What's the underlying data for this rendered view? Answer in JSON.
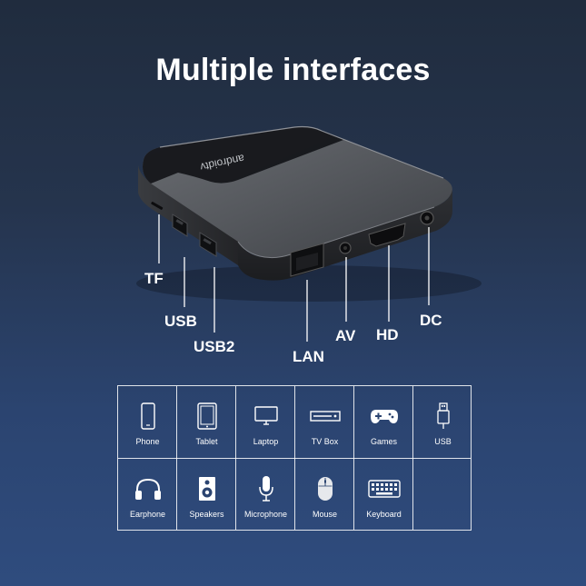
{
  "title": "Multiple interfaces",
  "brand_on_device": "androidtv",
  "ports": {
    "tf": "TF",
    "usb": "USB",
    "usb2": "USB2",
    "lan": "LAN",
    "av": "AV",
    "hd": "HD",
    "dc": "DC"
  },
  "devices": [
    {
      "label": "Phone",
      "icon": "phone-icon"
    },
    {
      "label": "Tablet",
      "icon": "tablet-icon"
    },
    {
      "label": "Laptop",
      "icon": "laptop-icon"
    },
    {
      "label": "TV Box",
      "icon": "tv-box-icon"
    },
    {
      "label": "Games",
      "icon": "gamepad-icon"
    },
    {
      "label": "USB",
      "icon": "usb-icon"
    },
    {
      "label": "Earphone",
      "icon": "headphones-icon"
    },
    {
      "label": "Speakers",
      "icon": "speaker-icon"
    },
    {
      "label": "Microphone",
      "icon": "microphone-icon"
    },
    {
      "label": "Mouse",
      "icon": "mouse-icon"
    },
    {
      "label": "Keyboard",
      "icon": "keyboard-icon"
    }
  ]
}
